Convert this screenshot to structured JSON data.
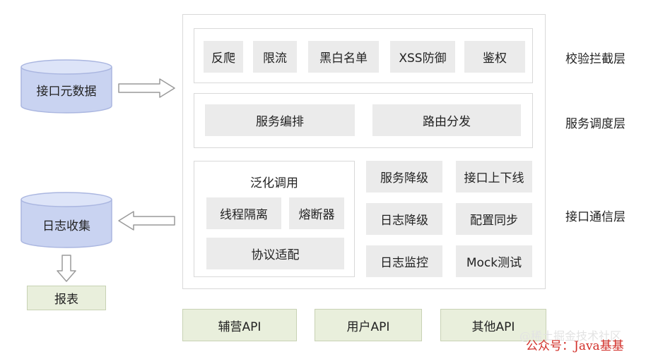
{
  "layers": {
    "interception": {
      "label": "校验拦截层",
      "items": [
        "反爬",
        "限流",
        "黑白名单",
        "XSS防御",
        "鉴权"
      ]
    },
    "dispatch": {
      "label": "服务调度层",
      "items": [
        "服务编排",
        "路由分发"
      ]
    },
    "communication": {
      "label": "接口通信层",
      "group_title": "泛化调用",
      "group_items": [
        "线程隔离",
        "熔断器",
        "协议适配"
      ],
      "items": [
        "服务降级",
        "接口上下线",
        "日志降级",
        "配置同步",
        "日志监控",
        "Mock测试"
      ]
    }
  },
  "left": {
    "metadata_db": "接口元数据",
    "log_db": "日志收集",
    "report": "报表"
  },
  "apis": [
    "辅营API",
    "用户API",
    "其他API"
  ],
  "watermark": {
    "line1": "@稀土掘金技术社区",
    "line2": "公众号：Java基基"
  },
  "colors": {
    "db_fill": "#c9d3f1",
    "db_top": "#dde4f8",
    "db_stroke": "#aab6e0",
    "api_fill": "#e9efdc",
    "cell_fill": "#ebebeb",
    "watermark_red": "#d2302a"
  }
}
